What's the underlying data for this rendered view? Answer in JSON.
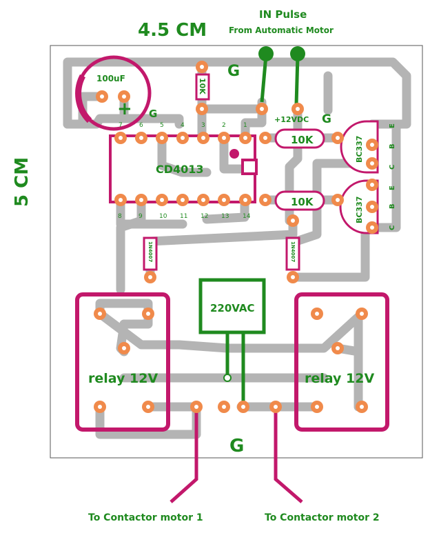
{
  "header": {
    "width_label": "4.5 CM",
    "pulse_title": "IN Pulse",
    "pulse_sub": "From Automatic Motor"
  },
  "side": {
    "height_label": "5 CM"
  },
  "labels": {
    "ground_top": "G",
    "ground_cap": "G",
    "ground_right": "G",
    "ground_bottom": "G",
    "vdc": "+12VDC",
    "cap_value": "100uF",
    "cap_plus": "+",
    "resistor_top": "10K",
    "resistor_1": "10K",
    "resistor_2": "10K",
    "ic_name": "CD4013",
    "transistor_1": "BC337",
    "transistor_2": "BC337",
    "diode_1": "1N4007",
    "diode_2": "1N4007",
    "ac": "220VAC",
    "relay_1": "relay 12V",
    "relay_2": "relay 12V",
    "t1_e": "E",
    "t1_b": "B",
    "t1_c": "C",
    "t2_e": "E",
    "t2_b": "B",
    "t2_c": "C"
  },
  "ic_pins_top": [
    "7",
    "6",
    "5",
    "4",
    "3",
    "2",
    "1"
  ],
  "ic_pins_bottom": [
    "8",
    "9",
    "10",
    "11",
    "12",
    "13",
    "14"
  ],
  "footer": {
    "out1": "To Contactor motor 1",
    "out2": "To Contactor motor 2"
  },
  "colors": {
    "trace": "#b4b4b4",
    "pad": "#f08a4b",
    "silk": "#1f8a1f",
    "magenta": "#c2186b",
    "outline": "#000000"
  }
}
